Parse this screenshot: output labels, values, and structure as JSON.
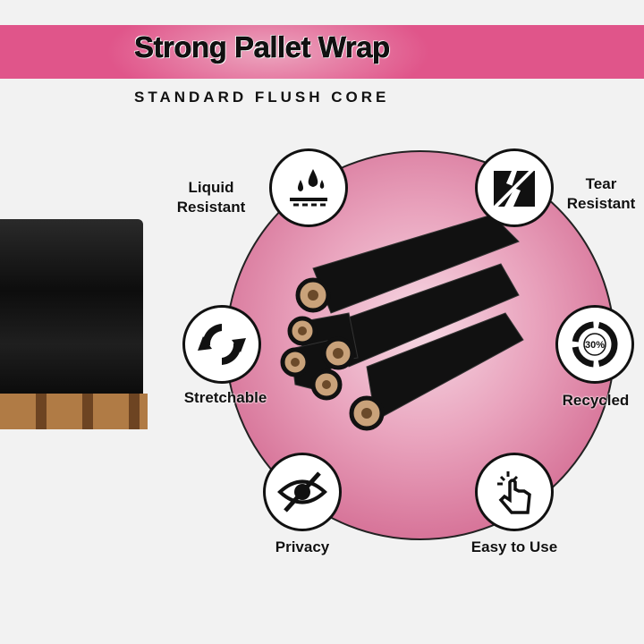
{
  "header": {
    "title": "Strong Pallet Wrap",
    "subtitle": "STANDARD FLUSH CORE"
  },
  "features": [
    {
      "label": "Liquid Resistant",
      "icon": "water-drops-icon"
    },
    {
      "label": "Tear Resistant",
      "icon": "tear-icon"
    },
    {
      "label": "Stretchable",
      "icon": "stretch-arrows-icon"
    },
    {
      "label": "Recycled",
      "icon": "recycle-icon",
      "badge": "30%"
    },
    {
      "label": "Privacy",
      "icon": "eye-slash-icon"
    },
    {
      "label": "Easy to Use",
      "icon": "hand-tap-icon"
    }
  ],
  "colors": {
    "brand": "#e0558a",
    "background": "#f2f2f2"
  }
}
